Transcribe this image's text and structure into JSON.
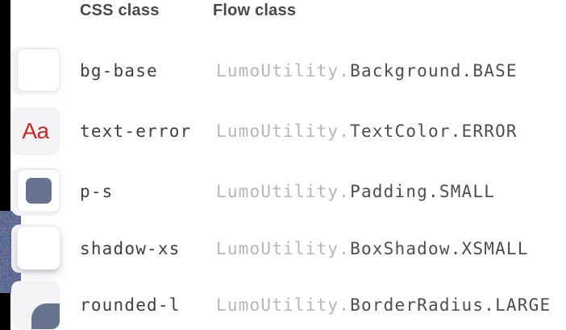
{
  "header": {
    "css_class_label": "CSS class",
    "flow_class_label": "Flow class"
  },
  "rows": [
    {
      "css_class": "bg-base",
      "flow_prefix": "LumoUtility.",
      "flow_member": "Background.BASE",
      "preview": "background-base-swatch"
    },
    {
      "css_class": "text-error",
      "flow_prefix": "LumoUtility.",
      "flow_member": "TextColor.ERROR",
      "preview": "text-error-sample",
      "preview_text": "Aa"
    },
    {
      "css_class": "p-s",
      "flow_prefix": "LumoUtility.",
      "flow_member": "Padding.SMALL",
      "preview": "padding-small-swatch"
    },
    {
      "css_class": "shadow-xs",
      "flow_prefix": "LumoUtility.",
      "flow_member": "BoxShadow.XSMALL",
      "preview": "box-shadow-xsmall-swatch"
    },
    {
      "css_class": "rounded-l",
      "flow_prefix": "LumoUtility.",
      "flow_member": "BorderRadius.LARGE",
      "preview": "border-radius-large-swatch"
    }
  ],
  "colors": {
    "accent_blue": "#66748f",
    "error_red": "#d0261f",
    "tile_gray": "#f3f3f6",
    "muted_code": "#b6b7bb",
    "dark_code": "#3e3f43",
    "header_text": "#47484c"
  }
}
